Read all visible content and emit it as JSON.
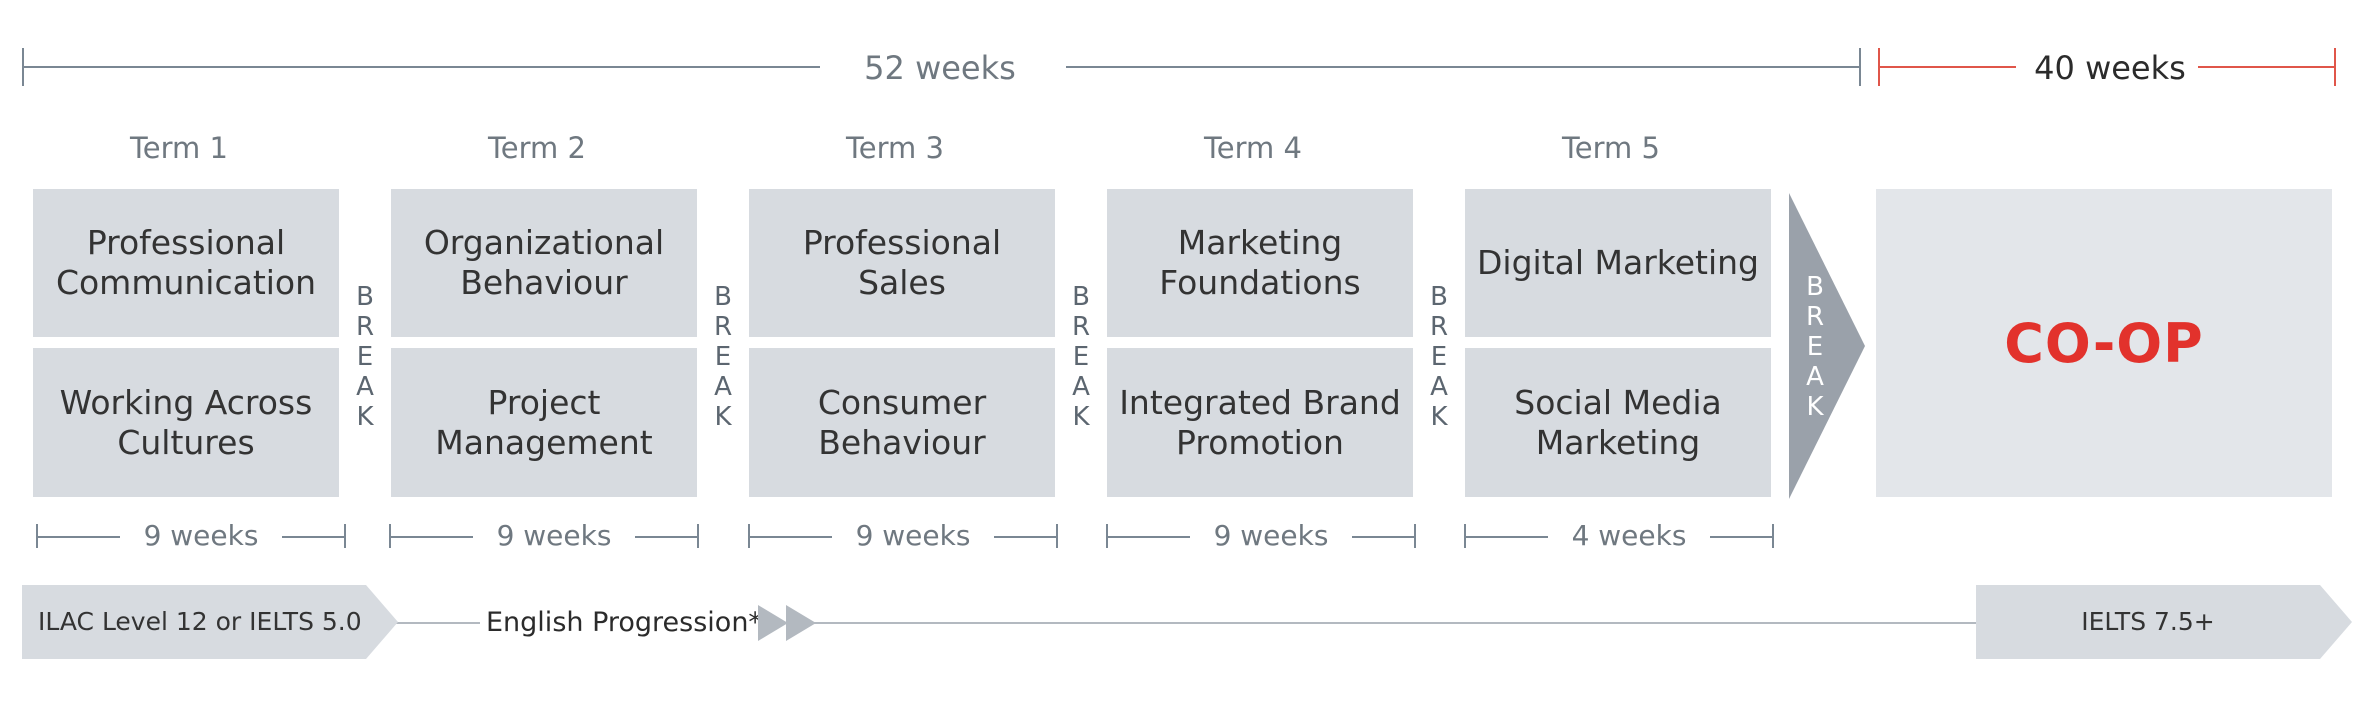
{
  "timeline": {
    "study_span": "52 weeks",
    "coop_span": "40 weeks"
  },
  "terms": [
    {
      "label": "Term 1",
      "course_top": "Professional Communication",
      "course_bottom": "Working Across Cultures",
      "duration": "9 weeks"
    },
    {
      "label": "Term 2",
      "course_top": "Organizational Behaviour",
      "course_bottom": "Project Management",
      "duration": "9 weeks"
    },
    {
      "label": "Term 3",
      "course_top": "Professional Sales",
      "course_bottom": "Consumer Behaviour",
      "duration": "9 weeks"
    },
    {
      "label": "Term 4",
      "course_top": "Marketing Foundations",
      "course_bottom": "Integrated Brand Promotion",
      "duration": "9 weeks"
    },
    {
      "label": "Term 5",
      "course_top": "Digital Marketing",
      "course_bottom": "Social Media Marketing",
      "duration": "4 weeks"
    }
  ],
  "break_label": "BREAK",
  "coop": {
    "label": "CO-OP",
    "color": "#e2322c"
  },
  "language": {
    "entry_requirement": "ILAC Level 12 or IELTS 5.0",
    "progression": "English Progression*",
    "exit_level": "IELTS 7.5+"
  },
  "colors": {
    "box_fill": "#d7dbe0",
    "coop_fill": "#e3e6ea",
    "accent_red": "#e0564a",
    "arrow_fill": "#9aa1aa",
    "line_gray": "#7a8793"
  }
}
